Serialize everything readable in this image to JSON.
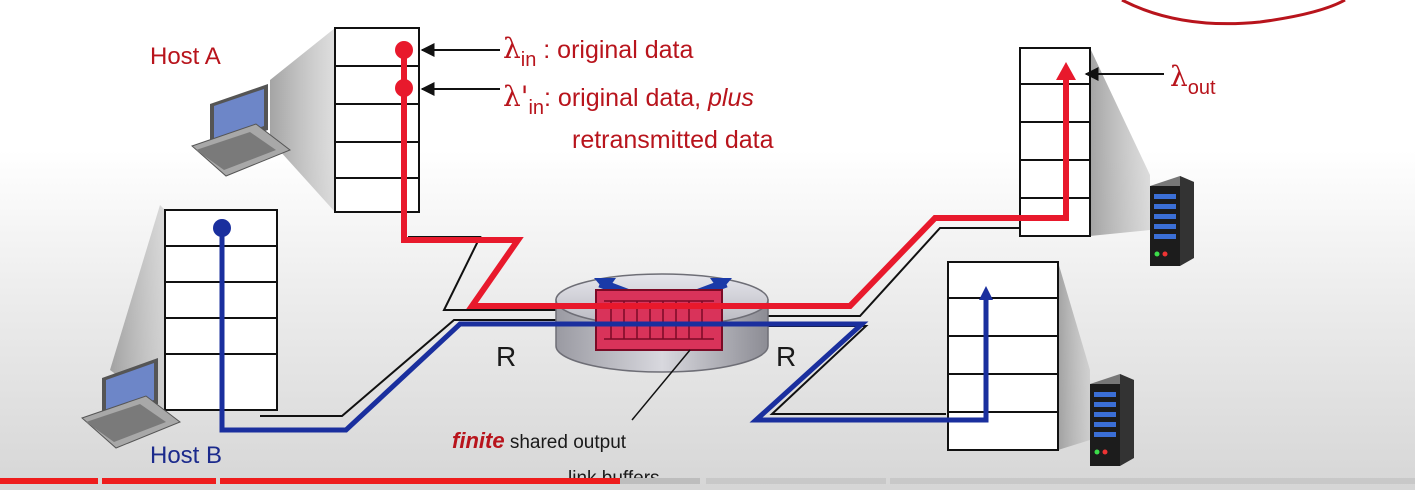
{
  "hosts": {
    "host_a": "Host A",
    "host_b": "Host B"
  },
  "annotations": {
    "lambda_in_symbol": "λ",
    "lambda_in_sub": "in",
    "lambda_in_desc": " : original data",
    "lambda_in_prime_symbol": "λ'",
    "lambda_in_prime_sub": "in",
    "lambda_in_prime_desc_1": ": original data, ",
    "lambda_in_prime_desc_italic": "plus",
    "lambda_in_prime_desc_2": "retransmitted data",
    "lambda_out_symbol": "λ",
    "lambda_out_sub": "out"
  },
  "links": {
    "left_rate": "R",
    "right_rate": "R"
  },
  "buffer_caption": {
    "emphasis": "finite",
    "line1": " shared output",
    "line2": "link buffers"
  },
  "colors": {
    "red_flow": "#e8192c",
    "blue_flow": "#1a2f9e",
    "label_red": "#b8141c",
    "label_blue": "#1b2a8c",
    "buffer_fill": "#d9335a"
  }
}
